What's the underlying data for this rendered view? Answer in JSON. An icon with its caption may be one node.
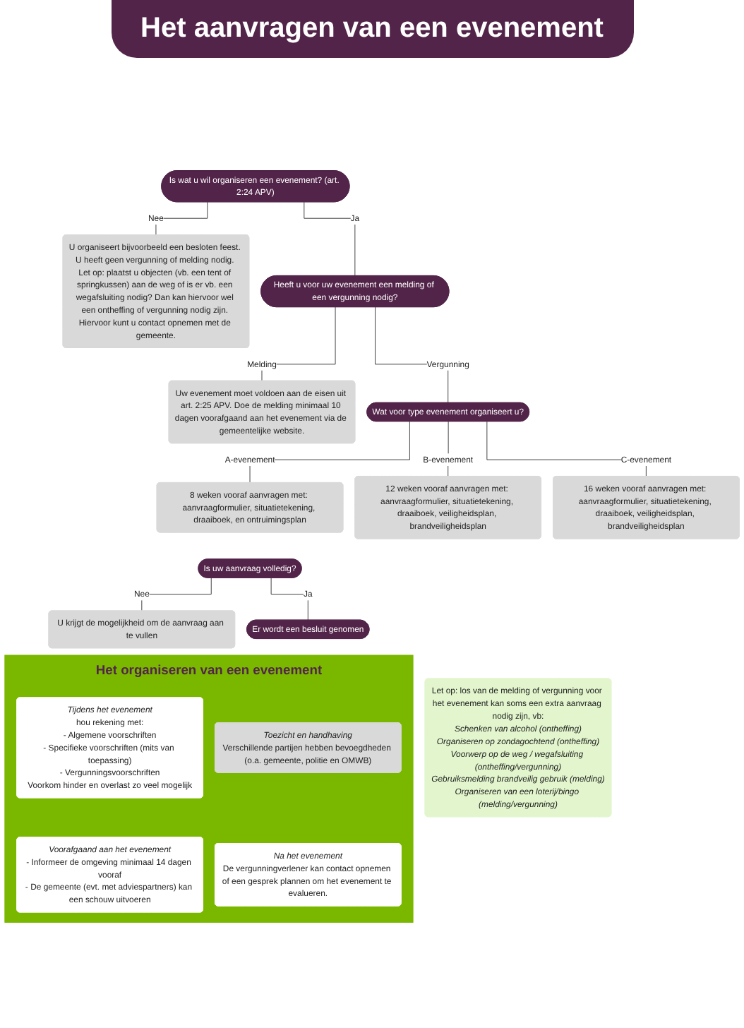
{
  "diagram": {
    "title": "Het aanvragen van een evenement",
    "nodes": [
      {
        "text": [
          "Is wat u wil organiseren een evenement? (art. 2:24 APV)"
        ]
      },
      {
        "text": [
          "U organiseert bijvoorbeeld een besloten feest. U heeft geen vergunning of melding nodig. Let op: plaatst u objecten (vb. een tent of springkussen) aan de weg of is er vb. een wegafsluiting nodig? Dan kan hiervoor wel een ontheffing of vergunning nodig zijn. Hiervoor kunt u contact opnemen met de gemeente."
        ]
      },
      {
        "text": [
          "Heeft u voor uw evenement een melding of een vergunning nodig?"
        ]
      },
      {
        "text": [
          "Uw evenement moet voldoen aan de eisen uit art. 2:25 APV. Doe de melding minimaal 10 dagen voorafgaand aan het evenement via de gemeentelijke website."
        ]
      },
      {
        "text": [
          "Wat voor type evenement organiseert u?"
        ]
      },
      {
        "text": [
          "Let op: los van de melding of vergunning voor het evenement kan soms een extra aanvraag nodig zijn, vb:",
          "Schenken van alcohol (ontheffing)",
          "Organiseren op zondagochtend (ontheffing)",
          "Voorwerp op de weg / wegafsluiting (ontheffing/vergunning)",
          "Gebruiksmelding brandveilig gebruik (melding)",
          "Organiseren van een loterij/bingo (melding/vergunning)"
        ]
      },
      {
        "text": [
          "8 weken vooraf aanvragen met: aanvraagformulier, situatietekening, draaiboek, en ontruimingsplan"
        ]
      },
      {
        "text": [
          "12 weken vooraf aanvragen met: aanvraagformulier, situatietekening, draaiboek, veiligheidsplan, brandveiligheidsplan"
        ]
      },
      {
        "text": [
          "16 weken vooraf aanvragen met: aanvraagformulier, situatietekening, draaiboek, veiligheidsplan, brandveiligheidsplan"
        ]
      },
      {
        "text": [
          "Is uw aanvraag volledig?"
        ]
      },
      {
        "text": [
          "U krijgt de mogelijkheid om de aanvraag aan te vullen"
        ]
      },
      {
        "text": [
          "Er wordt een besluit genomen"
        ]
      },
      {
        "text": [
          "Het organiseren van een evenement"
        ]
      },
      {
        "text": [
          "Tijdens het evenement",
          "hou rekening met:",
          "- Algemene voorschriften",
          "- Specifieke voorschriften (mits van toepassing)",
          "- Vergunningsvoorschriften",
          "Voorkom hinder en overlast zo veel mogelijk"
        ],
        "in": 12
      },
      {
        "text": [
          "Toezicht en handhaving",
          "Verschillende partijen hebben bevoegdheden (o.a. gemeente, politie en OMWB)"
        ],
        "in": 12
      },
      {
        "text": [
          "Voorafgaand aan het evenement",
          "- Informeer de omgeving minimaal 14 dagen vooraf",
          "- De gemeente (evt. met adviespartners) kan een schouw uitvoeren"
        ],
        "in": 12
      },
      {
        "text": [
          "Na het evenement",
          "De vergunningverlener kan contact opnemen of een gesprek plannen om het evenement te evalueren."
        ],
        "in": 12
      }
    ],
    "edges": [
      {
        "from": 0,
        "to": 1,
        "arrow": "none",
        "label": "Nee"
      },
      {
        "from": 0,
        "to": 2,
        "arrow": "none",
        "label": "Ja"
      },
      {
        "from": 2,
        "to": 3,
        "arrow": "none",
        "label": "Melding"
      },
      {
        "from": 2,
        "to": 4,
        "arrow": "none",
        "label": "Vergunning"
      },
      {
        "from": 4,
        "to": 6,
        "arrow": "none",
        "label": "A-evenement"
      },
      {
        "from": 4,
        "to": 7,
        "arrow": "none",
        "label": "B-evenement"
      },
      {
        "from": 4,
        "to": 8,
        "arrow": "none",
        "label": "C-evenement"
      },
      {
        "from": 9,
        "to": 10,
        "arrow": "none",
        "label": "Nee"
      },
      {
        "from": 9,
        "to": 11,
        "arrow": "none",
        "label": "Ja"
      }
    ]
  }
}
